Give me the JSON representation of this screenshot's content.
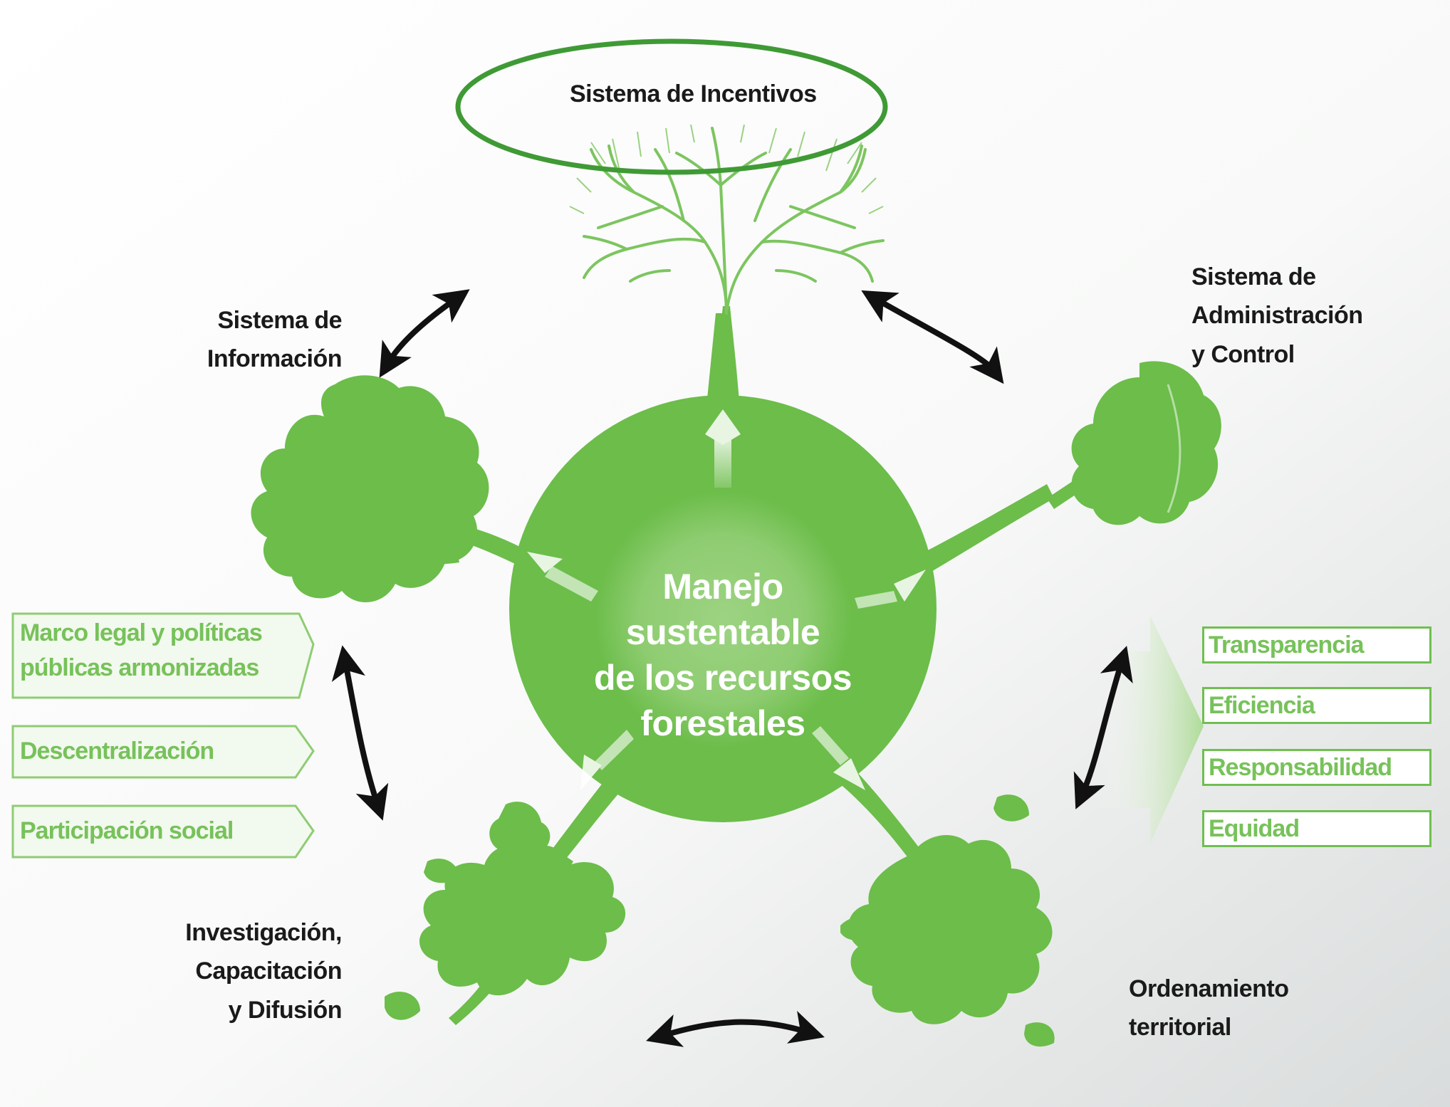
{
  "title": "Sistema de Incentivos",
  "center": {
    "lines": [
      "Manejo",
      "sustentable",
      "de los recursos",
      "forestales"
    ]
  },
  "nodes": {
    "informacion": [
      "Sistema de",
      "Información"
    ],
    "administracion": [
      "Sistema de",
      "Administración",
      "y Control"
    ],
    "investigacion": [
      "Investigación,",
      "Capacitación",
      "y Difusión"
    ],
    "ordenamiento": [
      "Ordenamiento",
      "territorial"
    ]
  },
  "left_items": {
    "marco": [
      "Marco legal y políticas",
      "públicas armonizadas"
    ],
    "descentralizacion": "Descentralización",
    "participacion": "Participación social"
  },
  "right_items": [
    "Transparencia",
    "Eficiencia",
    "Responsabilidad",
    "Equidad"
  ],
  "colors": {
    "green": "#6cbd4a",
    "green_light": "#a8d98f",
    "highlight_ellipse": "#3f9a35",
    "arrow": "#111111"
  }
}
